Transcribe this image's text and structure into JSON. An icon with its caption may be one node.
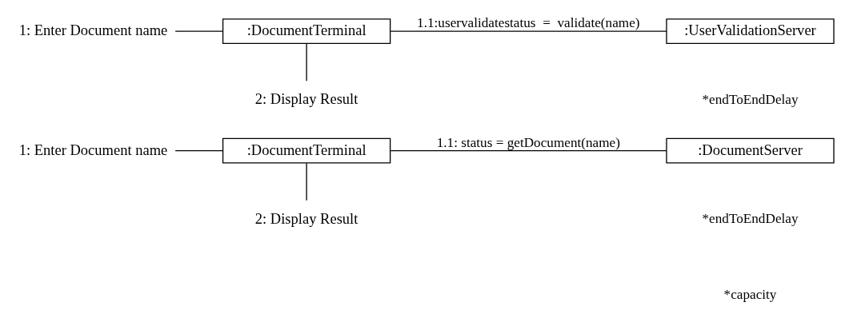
{
  "diagram": {
    "nodes": [
      {
        "text": [
          "1: Enter Document name"
        ]
      },
      {
        "text": [
          ":DocumentTerminal"
        ]
      },
      {
        "text": [
          ":DocumentServer"
        ]
      },
      {
        "text": [
          "2: Display Result"
        ]
      },
      {
        "text": [
          "1: Enter Document name"
        ]
      },
      {
        "text": [
          ":DocumentTerminal"
        ]
      },
      {
        "text": [
          ":UserValidationServer"
        ]
      },
      {
        "text": [
          "2: Display Result"
        ]
      }
    ],
    "edges": [
      {
        "from": 0,
        "to": 1,
        "arrow": "none"
      },
      {
        "from": 1,
        "to": 2,
        "arrow": "none",
        "label": "1.1: status = getDocument(name)"
      },
      {
        "from": 1,
        "to": 3,
        "arrow": "none"
      },
      {
        "from": 4,
        "to": 5,
        "arrow": "none"
      },
      {
        "from": 5,
        "to": 6,
        "arrow": "none",
        "label": "1.1:uservalidatestatus  =  validate(name)"
      },
      {
        "from": 5,
        "to": 7,
        "arrow": "none"
      }
    ],
    "labels": [
      "*endToEndDelay",
      "*capacity",
      "*endToEndDelay"
    ]
  }
}
